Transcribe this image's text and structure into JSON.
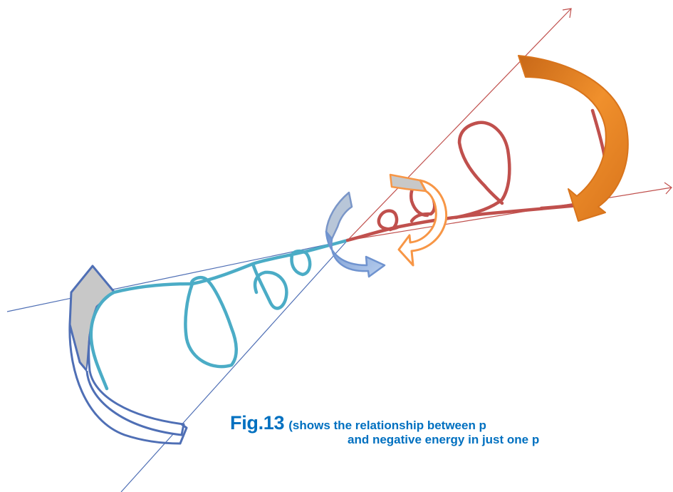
{
  "caption": {
    "label": "Fig.13",
    "line1": "(shows the relationship between p",
    "line2": "and negative energy in just one p"
  },
  "colors": {
    "positive_axis": "#c0504d",
    "positive_spiral": "#c0504d",
    "negative_axis": "#4f6fb5",
    "negative_spiral": "#4bacc6",
    "large_arrow_orange": "#e07b24",
    "small_arrow_orange": "#f79646",
    "small_arrow_blue": "#8eb4e3",
    "large_arrow_blue": "#5b7fbf",
    "grey_fill": "#c8c8c8",
    "caption": "#0070c0"
  }
}
